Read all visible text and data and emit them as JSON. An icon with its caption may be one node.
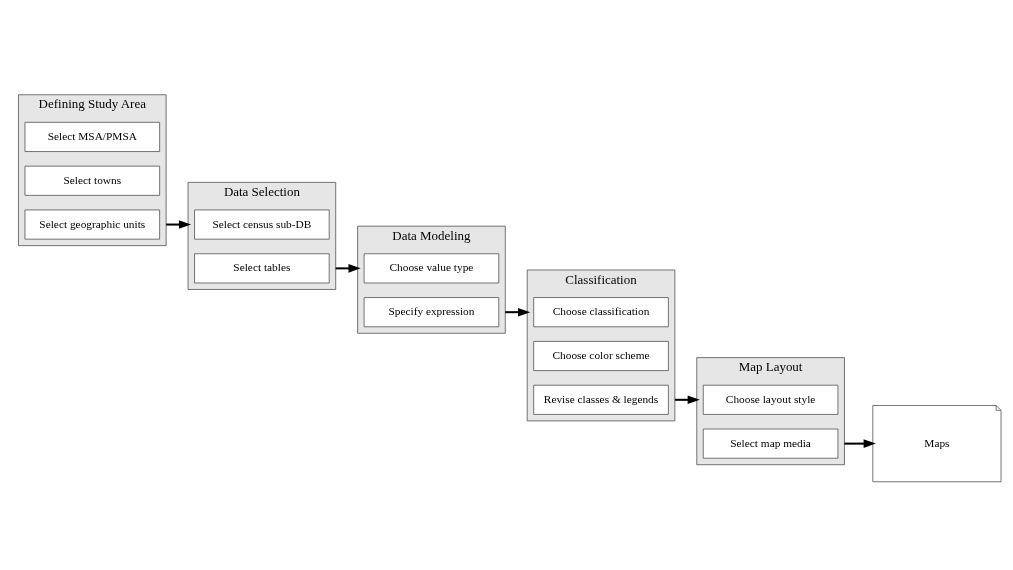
{
  "diagram": {
    "nodes": [
      {
        "text": [
          "Defining Study Area"
        ]
      },
      {
        "text": [
          "Select MSA/PMSA"
        ],
        "in": 0
      },
      {
        "text": [
          "Select towns"
        ],
        "in": 0
      },
      {
        "text": [
          "Select geographic units"
        ],
        "in": 0
      },
      {
        "text": [
          "Data Selection"
        ]
      },
      {
        "text": [
          "Select census sub-DB"
        ],
        "in": 4
      },
      {
        "text": [
          "Select tables"
        ],
        "in": 4
      },
      {
        "text": [
          "Data Modeling"
        ]
      },
      {
        "text": [
          "Choose value type"
        ],
        "in": 7
      },
      {
        "text": [
          "Specify expression"
        ],
        "in": 7
      },
      {
        "text": [
          "Classification"
        ]
      },
      {
        "text": [
          "Choose classification"
        ],
        "in": 10
      },
      {
        "text": [
          "Choose color scheme"
        ],
        "in": 10
      },
      {
        "text": [
          "Revise classes & legends"
        ],
        "in": 10
      },
      {
        "text": [
          "Map Layout"
        ]
      },
      {
        "text": [
          "Choose layout style"
        ],
        "in": 14
      },
      {
        "text": [
          "Select map media"
        ],
        "in": 14
      },
      {
        "text": [
          "Maps"
        ]
      }
    ],
    "edges": [
      {
        "from": 0,
        "to": 4,
        "arrow": "to"
      },
      {
        "from": 4,
        "to": 7,
        "arrow": "to"
      },
      {
        "from": 7,
        "to": 10,
        "arrow": "to"
      },
      {
        "from": 10,
        "to": 14,
        "arrow": "to"
      },
      {
        "from": 14,
        "to": 17,
        "arrow": "to"
      }
    ]
  }
}
